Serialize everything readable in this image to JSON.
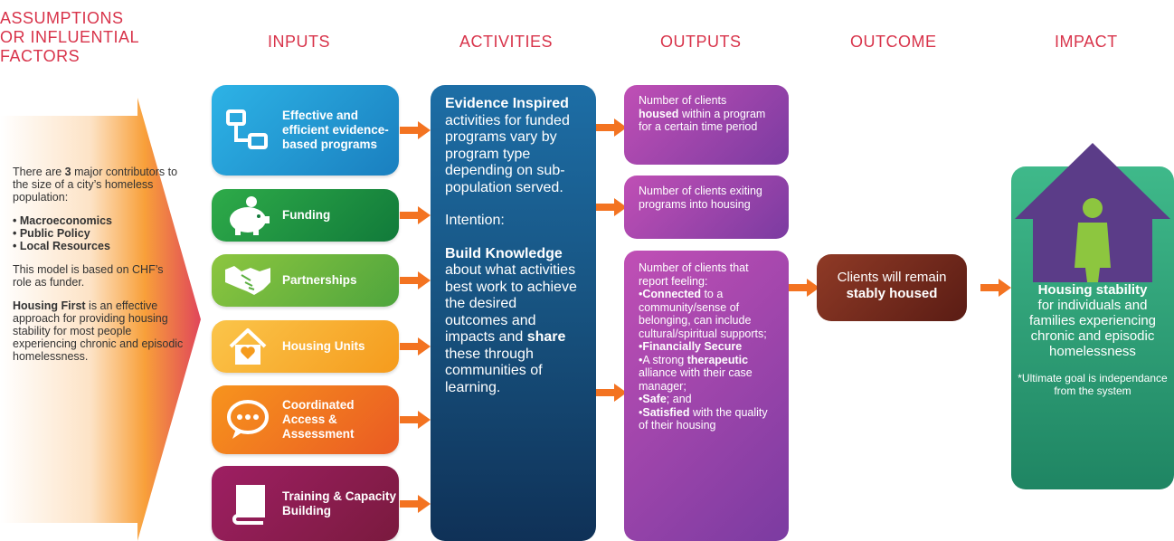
{
  "headers": {
    "assumptions_line1": "ASSUMPTIONS",
    "assumptions_line2": "OR INFLUENTIAL",
    "assumptions_line3": "FACTORS",
    "inputs": "INPUTS",
    "activities": "ACTIVITIES",
    "outputs": "OUTPUTS",
    "outcome": "OUTCOME",
    "impact": "IMPACT"
  },
  "assumptions": {
    "intro_pre": "There are ",
    "intro_num": "3",
    "intro_post": " major contributors to the size of a city’s homeless population:",
    "factors": [
      "• Macroeconomics",
      "• Public Policy",
      "• Local Resources"
    ],
    "model_note": "This model is based on CHF’s role as funder.",
    "hf_bold": "Housing First",
    "hf_rest": " is an effective approach for providing housing stability for most people experiencing chronic and episodic homelessness."
  },
  "inputs": [
    {
      "label": "Effective and efficient evidence-based programs",
      "icon": "network-icon",
      "color": "#1e8ccb"
    },
    {
      "label": "Funding",
      "icon": "piggy-bank-icon",
      "color": "#1f9446"
    },
    {
      "label": "Partnerships",
      "icon": "handshake-icon",
      "color": "#6db842"
    },
    {
      "label": "Housing Units",
      "icon": "house-heart-icon",
      "color": "#f8ae2e"
    },
    {
      "label": "Coordinated Access & Assessment",
      "icon": "chat-bubble-icon",
      "color": "#f07522"
    },
    {
      "label": "Training & Capacity Building",
      "icon": "book-icon",
      "color": "#8a1d4e"
    }
  ],
  "activities": {
    "p1_bold": "Evidence Inspired",
    "p1_rest": "activities for funded programs vary by program type depending on sub-population served.",
    "p2": "Intention:",
    "p3_bold": "Build Knowledge",
    "p3_mid": "about what activities best work to achieve the desired outcomes and impacts and",
    "p3_bold2": "share",
    "p3_end": "these through communities of learning."
  },
  "outputs": {
    "o1_pre": "Number of clients",
    "o1_bold": "housed",
    "o1_post": "within a program for a certain time period",
    "o2": "Number of clients exiting programs into housing",
    "o3_intro": "Number of clients that report feeling:",
    "o3_items": [
      {
        "bold": "Connected",
        "rest": " to a community/sense of belonging, can include cultural/spiritual supports;"
      },
      {
        "bold": "Financially Secure",
        "rest": ""
      },
      {
        "pre": "A strong ",
        "bold": "therapeutic",
        "rest": " alliance with their case manager;"
      },
      {
        "bold": "Safe",
        "rest": "; and"
      },
      {
        "bold": "Satisfied",
        "rest": " with the quality of their housing"
      }
    ]
  },
  "outcome": {
    "line1": "Clients will remain",
    "bold": "stably housed"
  },
  "impact": {
    "bold": "Housing stability",
    "rest": "for individuals and families experiencing chronic and episodic homelessness",
    "note": "*Ultimate goal is independance from the system"
  },
  "colors": {
    "header": "#d8334a",
    "arrow": "#f37321",
    "activities": "#17527f",
    "outputs": "#9c45ab",
    "outcome": "#6e2619",
    "impact_house": "#5b3c88",
    "impact_card": "#2f9e78"
  }
}
